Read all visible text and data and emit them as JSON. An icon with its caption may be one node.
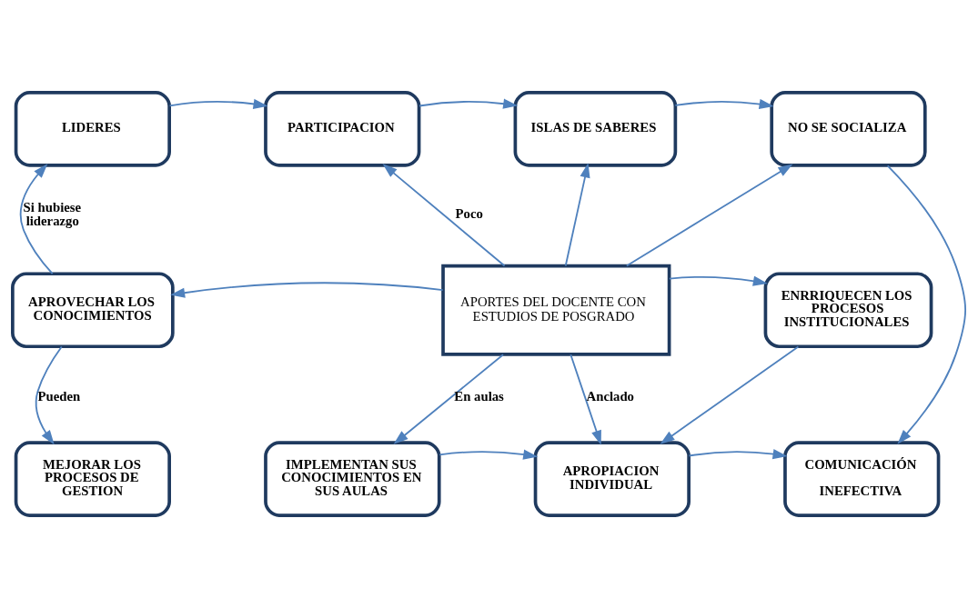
{
  "diagram": {
    "nodes": [
      {
        "text": [
          "LIDERES"
        ]
      },
      {
        "text": [
          "PARTICIPACION"
        ]
      },
      {
        "text": [
          "ISLAS DE SABERES"
        ]
      },
      {
        "text": [
          "NO SE SOCIALIZA"
        ]
      },
      {
        "text": [
          "APORTES DEL DOCENTE CON ESTUDIOS DE POSGRADO"
        ]
      },
      {
        "text": [
          "APROVECHAR LOS CONOCIMIENTOS"
        ]
      },
      {
        "text": [
          "ENRRIQUECEN LOS PROCESOS INSTITUCIONALES"
        ]
      },
      {
        "text": [
          "MEJORAR LOS PROCESOS DE GESTION"
        ]
      },
      {
        "text": [
          "IMPLEMENTAN SUS CONOCIMIENTOS EN SUS AULAS"
        ]
      },
      {
        "text": [
          "APROPIACION INDIVIDUAL"
        ]
      },
      {
        "text": [
          "COMUNICACIÓN",
          "INEFECTIVA"
        ]
      }
    ],
    "edges": [
      {
        "from": 0,
        "to": 1,
        "arrow": "to"
      },
      {
        "from": 1,
        "to": 2,
        "arrow": "to"
      },
      {
        "from": 2,
        "to": 3,
        "arrow": "to"
      },
      {
        "from": 4,
        "to": 1,
        "arrow": "to",
        "label": "Poco"
      },
      {
        "from": 4,
        "to": 2,
        "arrow": "to"
      },
      {
        "from": 4,
        "to": 3,
        "arrow": "to"
      },
      {
        "from": 4,
        "to": 5,
        "arrow": "to"
      },
      {
        "from": 4,
        "to": 6,
        "arrow": "to"
      },
      {
        "from": 4,
        "to": 8,
        "arrow": "to",
        "label": "En aulas"
      },
      {
        "from": 4,
        "to": 9,
        "arrow": "to",
        "label": "Anclado"
      },
      {
        "from": 5,
        "to": 0,
        "arrow": "to",
        "label": "Si hubiese liderazgo"
      },
      {
        "from": 5,
        "to": 7,
        "arrow": "to",
        "label": "Pueden"
      },
      {
        "from": 6,
        "to": 9,
        "arrow": "to"
      },
      {
        "from": 3,
        "to": 10,
        "arrow": "to"
      },
      {
        "from": 8,
        "to": 9,
        "arrow": "to"
      },
      {
        "from": 9,
        "to": 10,
        "arrow": "to"
      }
    ]
  }
}
